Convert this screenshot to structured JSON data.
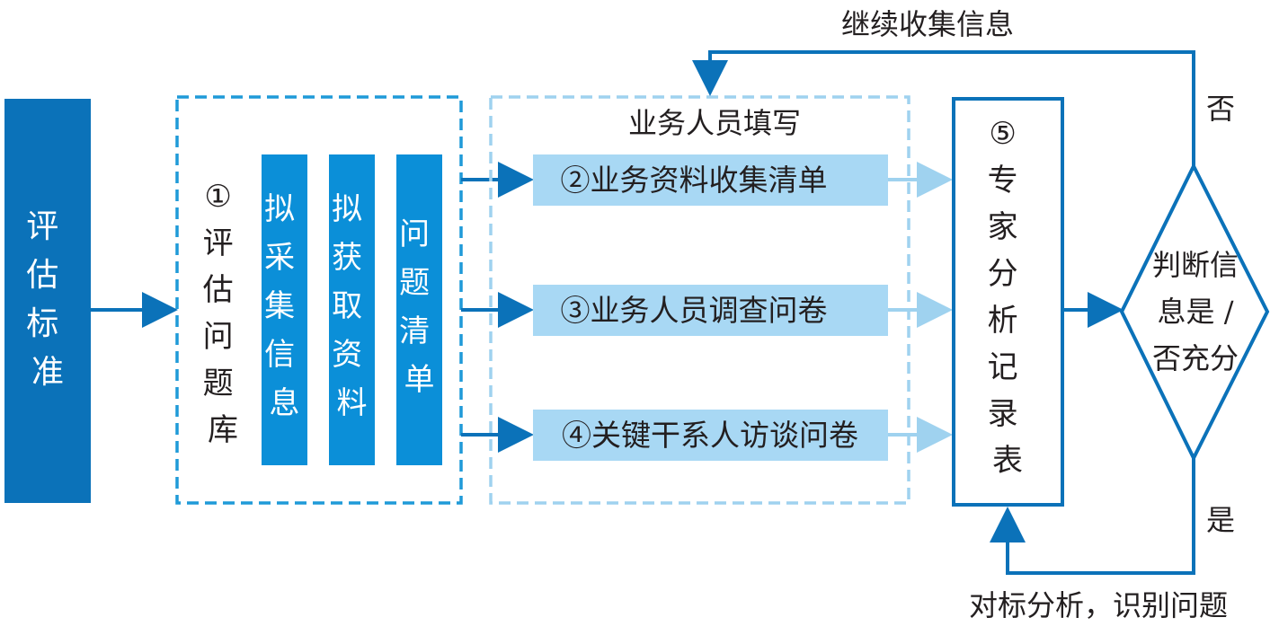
{
  "title": "",
  "nodes": {
    "criteria": "评估标准",
    "question_bank_num": "①",
    "question_bank": "评估问题库",
    "collect_info": "拟采集信息",
    "obtain_materials": "拟获取资料",
    "question_list": "问题清单",
    "staff_fill_label": "业务人员填写",
    "doc_checklist": "②业务资料收集清单",
    "staff_survey": "③业务人员调查问卷",
    "stakeholder_interview": "④关键干系人访谈问卷",
    "expert_record_num": "⑤",
    "expert_record": "专家分析记录表",
    "decision_line1": "判断信",
    "decision_line2": "息是 /",
    "decision_line3": "否充分"
  },
  "edges": {
    "continue_collect": "继续收集信息",
    "no": "否",
    "yes": "是",
    "benchmark_identify": "对标分析，识别问题"
  },
  "colors": {
    "dark_blue": "#0b72b9",
    "mid_blue": "#0b8fd8",
    "light_blue": "#a8d8f4",
    "dashed_dark": "#1f9ad8",
    "dashed_light": "#9fd2ef",
    "arrow_light": "#9fd2ef",
    "text": "#231f20"
  }
}
